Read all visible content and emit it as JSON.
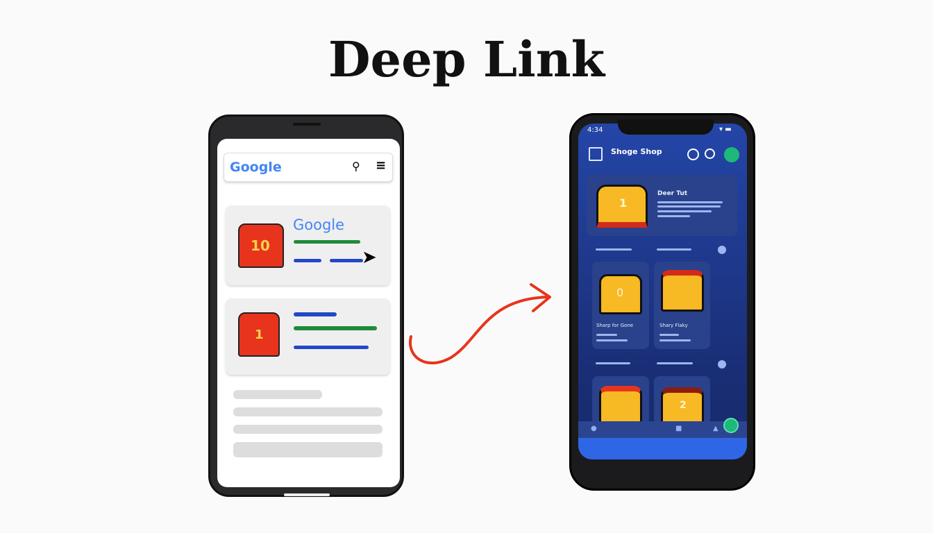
{
  "title": "Deep Link",
  "left_phone": {
    "search_brand": "Google",
    "result1": {
      "brand": "Google",
      "jersey_number": "10"
    },
    "result2": {
      "jersey_number": "1"
    }
  },
  "right_phone": {
    "status_time": "4:34",
    "app_title": "Shoge Shop",
    "featured": {
      "title": "Deer Tut",
      "jersey_number": "1"
    },
    "products": [
      {
        "name": "Sharp for Gone",
        "jersey_number": "0"
      },
      {
        "name": "Shary Flaky",
        "jersey_number": ""
      },
      {
        "name": "",
        "jersey_number": ""
      },
      {
        "name": "",
        "jersey_number": "2"
      }
    ]
  },
  "colors": {
    "accent_red": "#e8341c",
    "app_blue": "#2446a8",
    "jersey_yellow": "#f7b924",
    "green": "#1db97a"
  }
}
